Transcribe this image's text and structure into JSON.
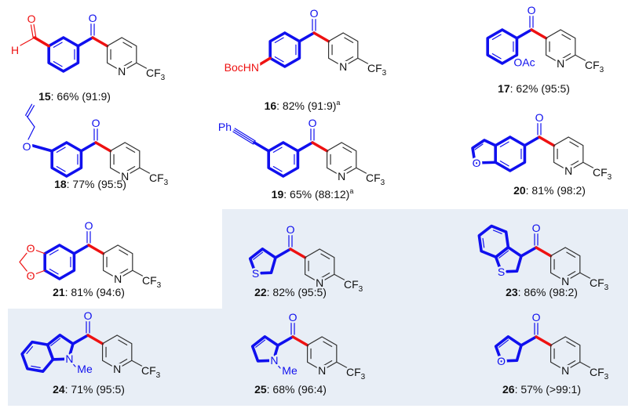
{
  "common": {
    "carbonyl_O": "O",
    "pyridine_N": "N",
    "cf3": {
      "base": "CF",
      "sub": "3"
    }
  },
  "colors": {
    "aryl": "#1010ee",
    "new_bond": "#ee1111",
    "highlight_bg": "#e8eef6"
  },
  "compounds": [
    {
      "id": "15",
      "rest": ": 66% (91:9)",
      "note": "",
      "atoms": [
        "H",
        "O"
      ]
    },
    {
      "id": "16",
      "rest": ": 82% (91:9)",
      "note": "a",
      "atoms": [
        "BocHN"
      ]
    },
    {
      "id": "17",
      "rest": ": 62% (95:5)",
      "note": "",
      "atoms": [
        "OAc"
      ]
    },
    {
      "id": "18",
      "rest": ": 77% (95:5)",
      "note": "",
      "atoms": [
        "O"
      ]
    },
    {
      "id": "19",
      "rest": ": 65% (88:12)",
      "note": "a",
      "atoms": [
        "Ph"
      ]
    },
    {
      "id": "20",
      "rest": ": 81% (98:2)",
      "note": "",
      "atoms": [
        "O"
      ]
    },
    {
      "id": "21",
      "rest": ": 81% (94:6)",
      "note": "",
      "atoms": [
        "O",
        "O"
      ]
    },
    {
      "id": "22",
      "rest": ": 82% (95:5)",
      "note": "",
      "atoms": [
        "S"
      ]
    },
    {
      "id": "23",
      "rest": ": 86% (98:2)",
      "note": "",
      "atoms": [
        "S"
      ]
    },
    {
      "id": "24",
      "rest": ": 71% (95:5)",
      "note": "",
      "atoms": [
        "N",
        "Me"
      ]
    },
    {
      "id": "25",
      "rest": ": 68% (96:4)",
      "note": "",
      "atoms": [
        "N",
        "Me"
      ]
    },
    {
      "id": "26",
      "rest": ": 57% (>99:1)",
      "note": "",
      "atoms": [
        "O"
      ]
    }
  ]
}
